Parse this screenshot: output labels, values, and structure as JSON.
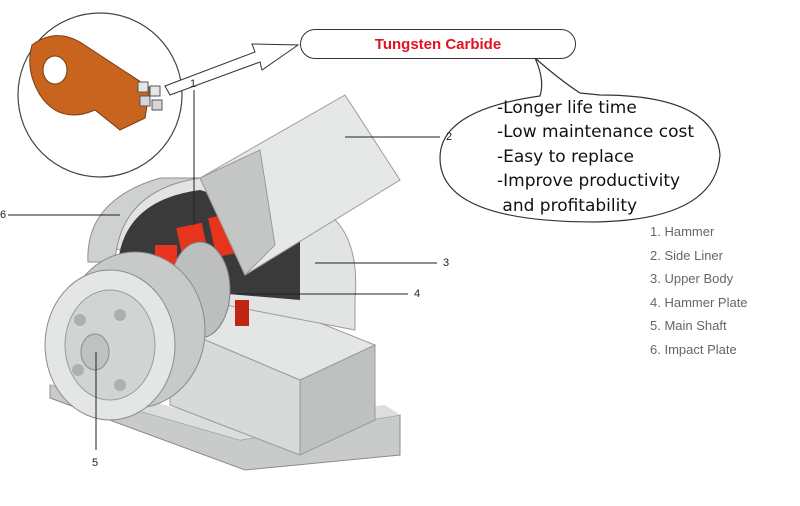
{
  "callout": {
    "title": "Tungsten Carbide"
  },
  "benefits": [
    "-Longer life time",
    "-Low maintenance cost",
    "-Easy to replace",
    "-Improve productivity",
    " and profitability"
  ],
  "legend": [
    "1. Hammer",
    "2. Side Liner",
    "3. Upper Body",
    "4. Hammer Plate",
    "5. Main Shaft",
    "6. Impact Plate"
  ],
  "markers": [
    "1",
    "2",
    "3",
    "4",
    "5",
    "6"
  ],
  "colors": {
    "hammer": "#e8341c",
    "body": "#d4d6d6",
    "insert_arm": "#c8641e",
    "title_text": "#e0141e"
  }
}
